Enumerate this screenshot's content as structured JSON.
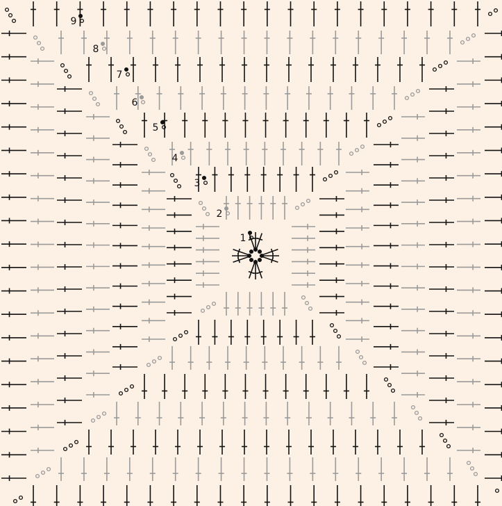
{
  "diagram": {
    "kind": "crochet-granny-square-chart",
    "background_color": "#fdf0e4",
    "row_colors": {
      "odd_rows": "#111111",
      "even_rows": "#9a9a9a"
    },
    "row_labels": [
      "1",
      "2",
      "3",
      "4",
      "5",
      "6",
      "7",
      "8",
      "9"
    ],
    "symbols": [
      "treble-crochet",
      "chain-stitch",
      "slip-stitch",
      "treble-cluster"
    ]
  }
}
